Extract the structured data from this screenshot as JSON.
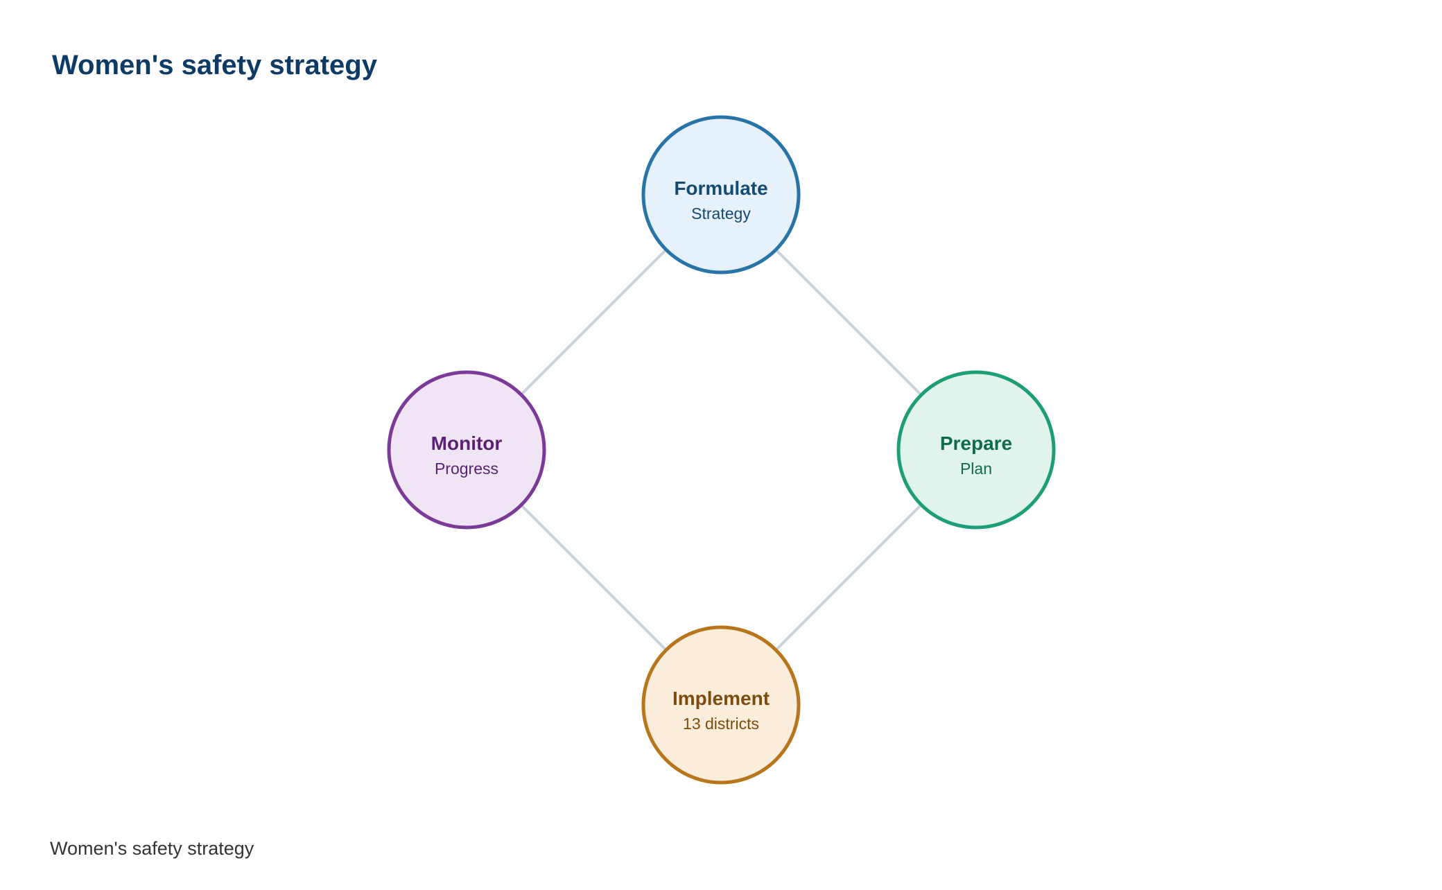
{
  "title": "Women's safety strategy",
  "caption": "Women's safety strategy",
  "colors": {
    "title": "#0d3b66",
    "connector": "#c9d1dc"
  },
  "nodes": [
    {
      "id": "formulate",
      "label": "Formulate",
      "sublabel": "Strategy",
      "fill": "#e6f1fb",
      "stroke": "#2874a6",
      "text": "#154a72"
    },
    {
      "id": "prepare",
      "label": "Prepare",
      "sublabel": "Plan",
      "fill": "#e0f4ec",
      "stroke": "#1e9e78",
      "text": "#0f6a4e"
    },
    {
      "id": "implement",
      "label": "Implement",
      "sublabel": "13 districts",
      "fill": "#fbeddb",
      "stroke": "#b8761c",
      "text": "#7d4c0c"
    },
    {
      "id": "monitor",
      "label": "Monitor",
      "sublabel": "Progress",
      "fill": "#efe5f5",
      "stroke": "#7b3a98",
      "text": "#5a2272"
    }
  ]
}
